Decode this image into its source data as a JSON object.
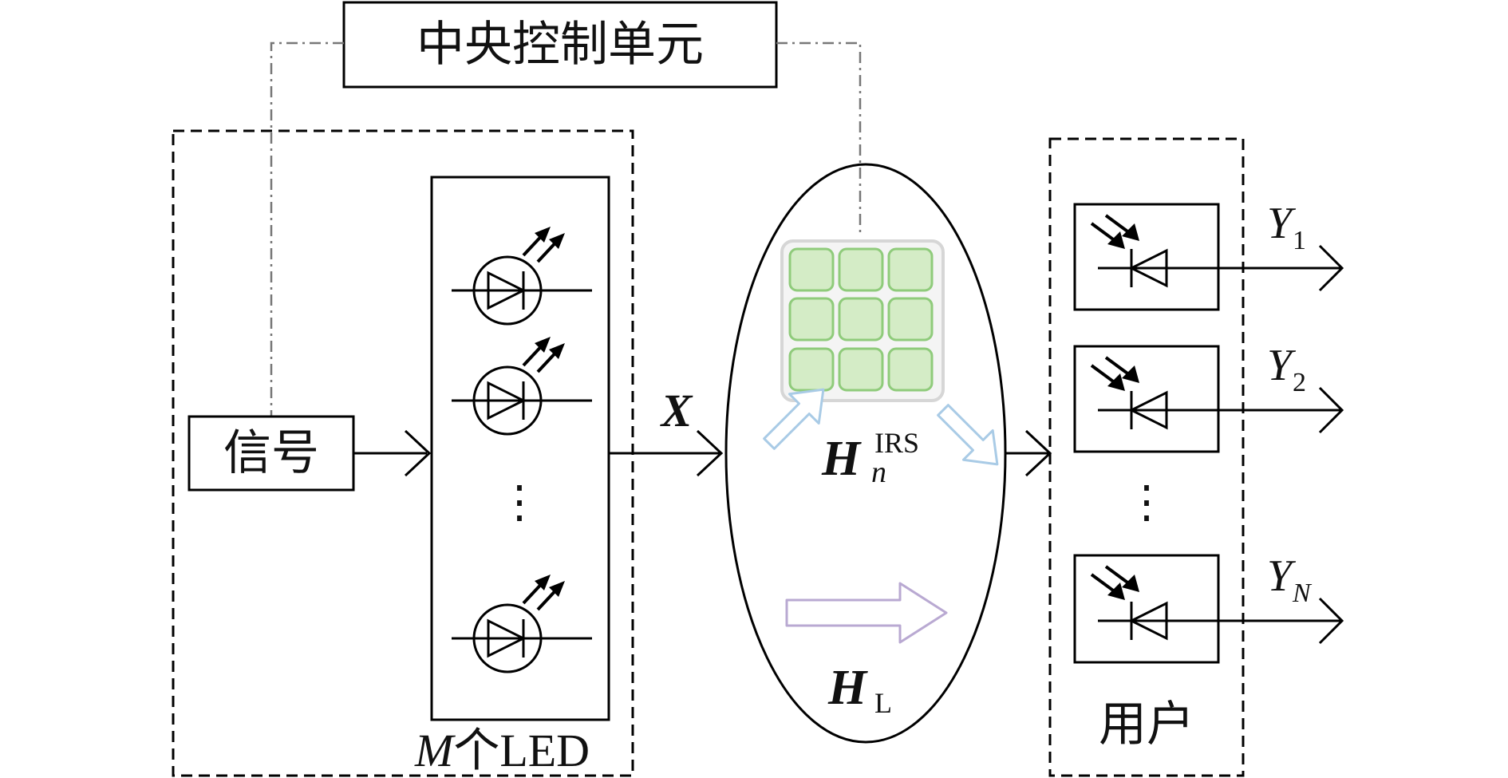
{
  "central_unit": {
    "label": "中央控制单元"
  },
  "signal": {
    "label": "信号"
  },
  "led_array": {
    "label_var": "M",
    "label_text": "个LED",
    "dots": "⋮"
  },
  "transmit": {
    "symbol": "X"
  },
  "irs_channel": {
    "main": "H",
    "sub": "n",
    "sup": "IRS"
  },
  "los_channel": {
    "main": "H",
    "sub": "L"
  },
  "users": {
    "label": "用户",
    "dots": "⋮",
    "outputs": [
      {
        "main": "Y",
        "sub": "1"
      },
      {
        "main": "Y",
        "sub": "2"
      },
      {
        "main": "Y",
        "sub": "N"
      }
    ]
  },
  "colors": {
    "irs_tile": "#cfe9c0",
    "irs_tile_border": "#8cc878",
    "irs_panel": "#ececec",
    "reflect_arrow": "#a9c9e4",
    "los_arrow": "#b7a7cf"
  }
}
